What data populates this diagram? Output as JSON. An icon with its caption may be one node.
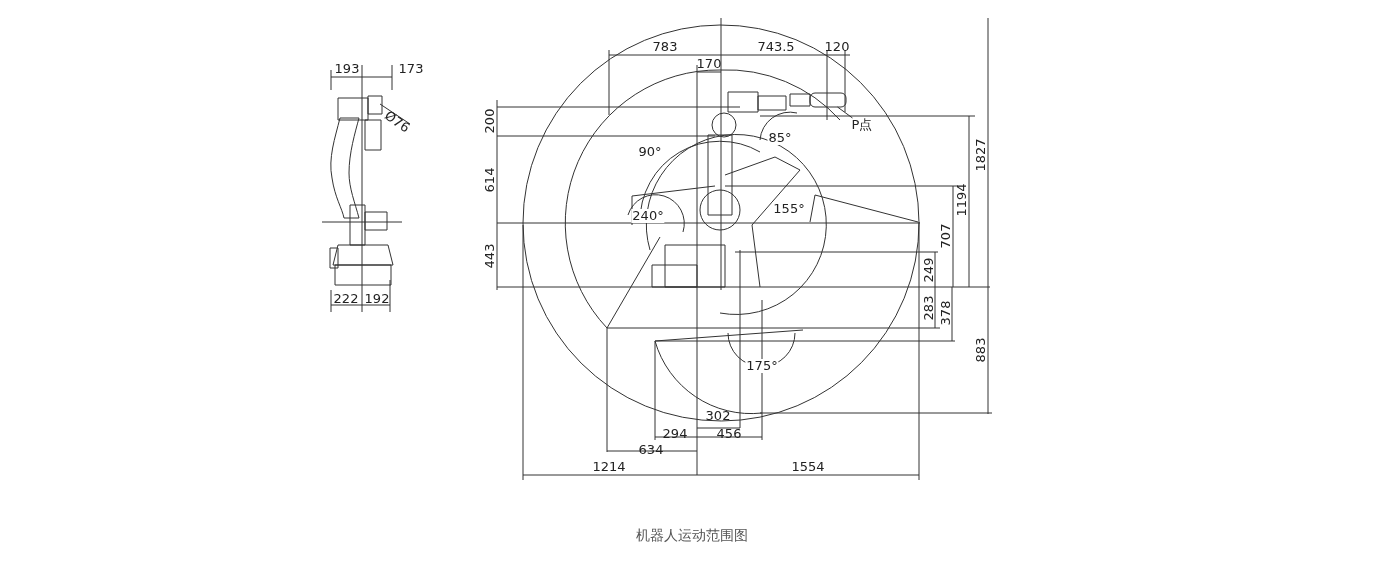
{
  "diagram": {
    "caption": "机器人运动范围图",
    "nodes": [
      {
        "text": [
          "P点"
        ]
      },
      {
        "text": [],
        "shape": "box"
      }
    ],
    "edges": [
      {
        "from": 0,
        "to": 1,
        "arrow": "none"
      }
    ],
    "labels": [
      "193",
      "173",
      "Ø76",
      "783",
      "743.5",
      "120",
      "170",
      "200",
      "85°",
      "90°",
      "614",
      "1827",
      "1194",
      "155°",
      "240°",
      "707",
      "443",
      "249",
      "283",
      "378",
      "883",
      "175°",
      "302",
      "294",
      "456",
      "634",
      "1214",
      "1554",
      "222",
      "192"
    ]
  }
}
